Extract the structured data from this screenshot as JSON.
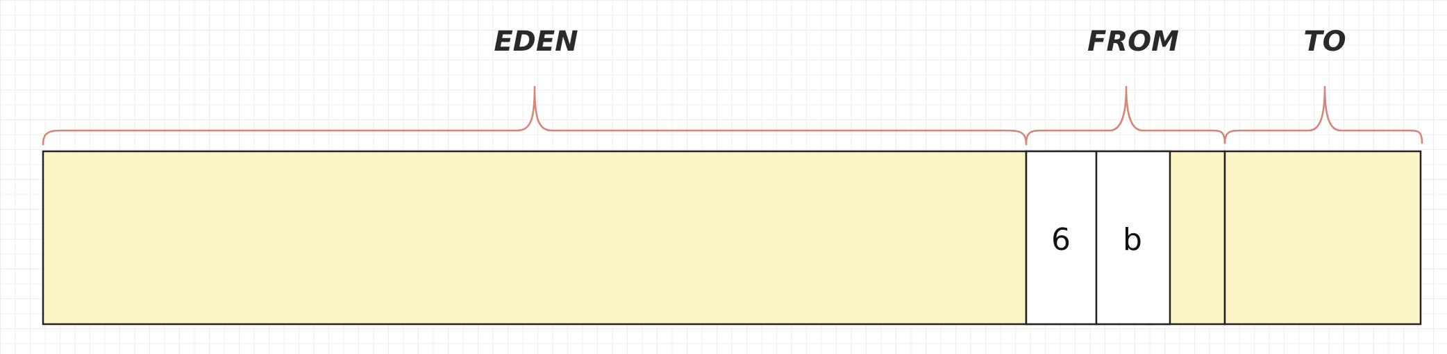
{
  "labels": {
    "eden": "EDEN",
    "from": "FROM",
    "to": "TO"
  },
  "from_space": {
    "objects": [
      "6",
      "b"
    ]
  },
  "colors": {
    "region_fill": "#fbf5c6",
    "object_fill": "#ffffff",
    "outline": "#222222",
    "brace": "#d88478",
    "grid": "#ededed"
  }
}
